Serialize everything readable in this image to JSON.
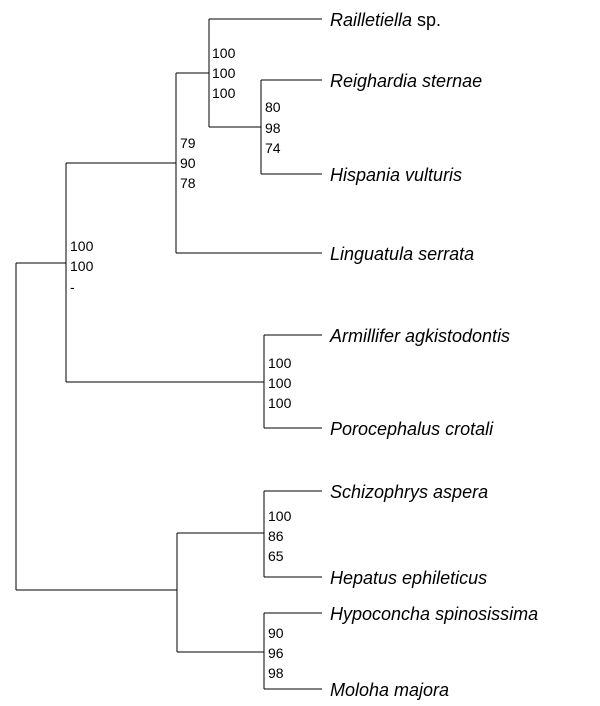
{
  "tree": {
    "taxa": [
      {
        "id": "railletiella",
        "name": "Railletiella",
        "suffix": " sp."
      },
      {
        "id": "reighardia",
        "name": "Reighardia sternae",
        "suffix": ""
      },
      {
        "id": "hispania",
        "name": "Hispania vulturis",
        "suffix": ""
      },
      {
        "id": "linguatula",
        "name": "Linguatula serrata",
        "suffix": ""
      },
      {
        "id": "armillifer",
        "name": "Armillifer agkistodontis",
        "suffix": ""
      },
      {
        "id": "porocephalus",
        "name": "Porocephalus crotali",
        "suffix": ""
      },
      {
        "id": "schizophrys",
        "name": "Schizophrys aspera",
        "suffix": ""
      },
      {
        "id": "hepatus",
        "name": "Hepatus ephileticus",
        "suffix": ""
      },
      {
        "id": "hypoconcha",
        "name": "Hypoconcha spinosissima",
        "suffix": ""
      },
      {
        "id": "moloha",
        "name": "Moloha majora",
        "suffix": ""
      }
    ],
    "nodes": [
      {
        "id": "n_rail_reig_hisp",
        "support": [
          "100",
          "100",
          "100"
        ]
      },
      {
        "id": "n_reig_hisp",
        "support": [
          "80",
          "98",
          "74"
        ]
      },
      {
        "id": "n_rail_ling",
        "support": [
          "79",
          "90",
          "78"
        ]
      },
      {
        "id": "n_pentastomida",
        "support": [
          "100",
          "100",
          "-"
        ]
      },
      {
        "id": "n_armi_poro",
        "support": [
          "100",
          "100",
          "100"
        ]
      },
      {
        "id": "n_schi_hepa",
        "support": [
          "100",
          "86",
          "65"
        ]
      },
      {
        "id": "n_hypo_molo",
        "support": [
          "90",
          "96",
          "98"
        ]
      }
    ]
  }
}
